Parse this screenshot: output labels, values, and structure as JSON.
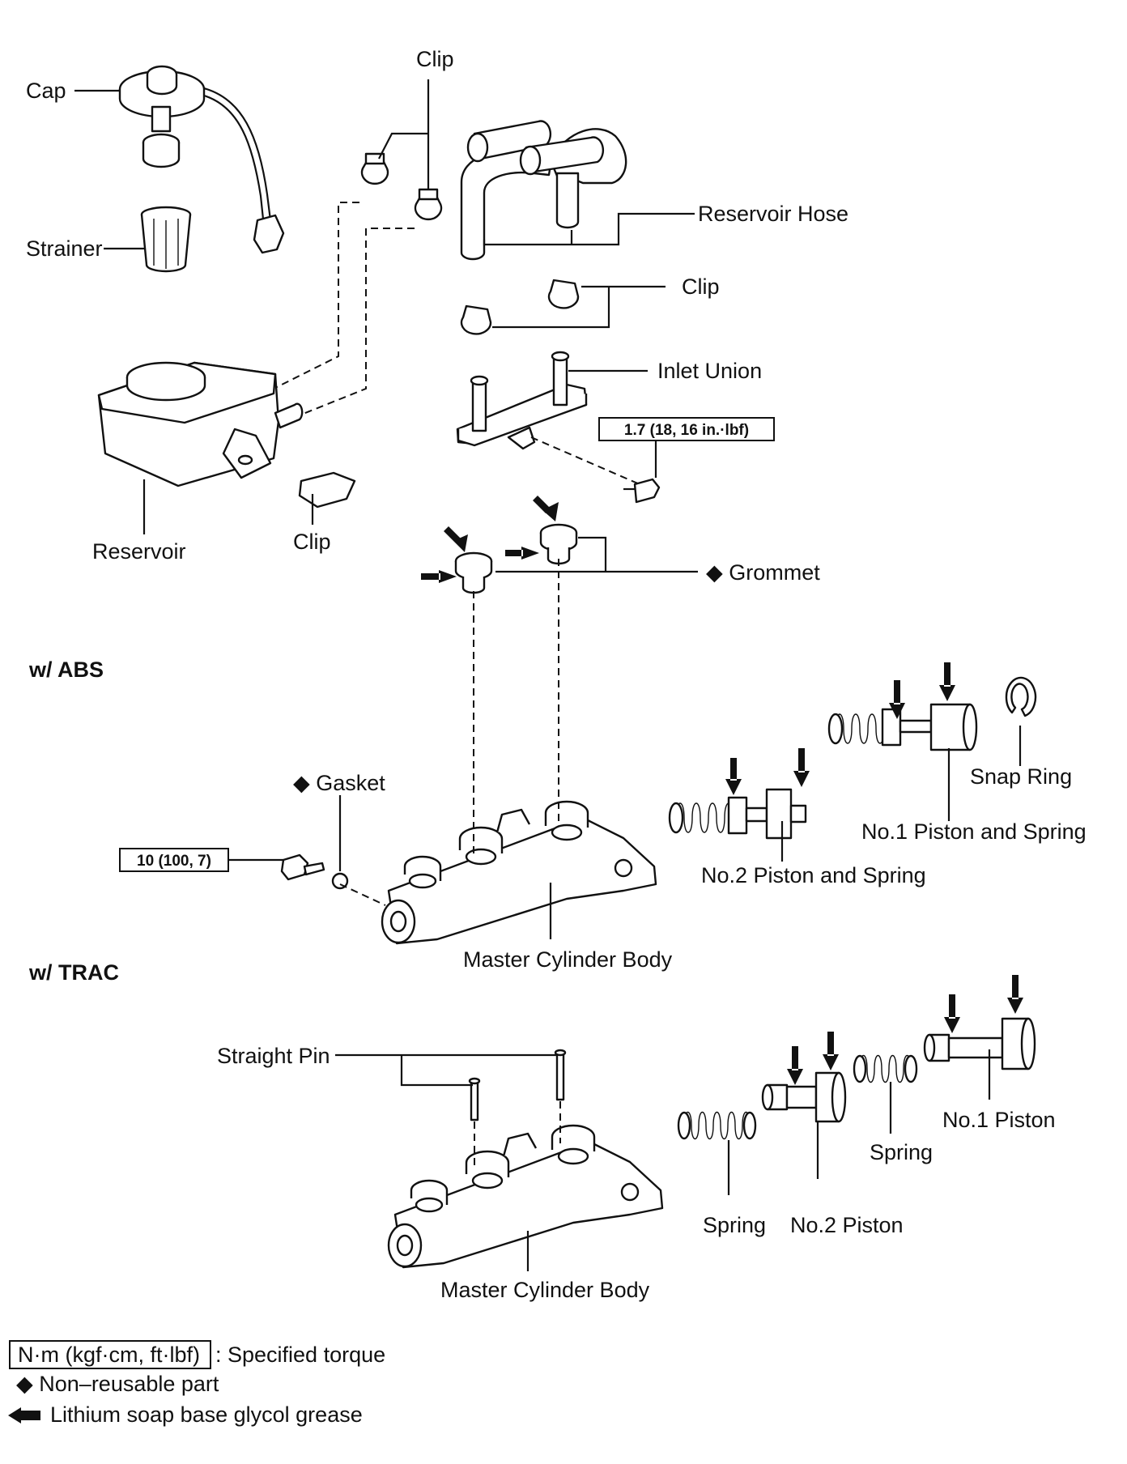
{
  "labels": {
    "cap": "Cap",
    "strainer": "Strainer",
    "clip_top": "Clip",
    "reservoir_hose": "Reservoir Hose",
    "clip_mid": "Clip",
    "inlet_union": "Inlet Union",
    "reservoir": "Reservoir",
    "clip_res": "Clip",
    "grommet": "◆ Grommet",
    "gasket": "◆ Gasket",
    "snap_ring": "Snap Ring",
    "no1_piston_spring": "No.1 Piston and Spring",
    "no2_piston_spring": "No.2 Piston and Spring",
    "master_cyl_abs": "Master Cylinder Body",
    "straight_pin": "Straight Pin",
    "no1_piston": "No.1 Piston",
    "spring_upper": "Spring",
    "spring_lower": "Spring",
    "no2_piston": "No.2 Piston",
    "master_cyl_trac": "Master Cylinder Body"
  },
  "sections": {
    "abs": "w/  ABS",
    "trac": "w/  TRAC"
  },
  "torques": {
    "inlet_union_bolt": "1.7 (18, 16 in.·lbf)",
    "plug": "10 (100, 7)"
  },
  "legend": {
    "torque_box": "N·m (kgf·cm, ft·lbf)",
    "torque_text": ": Specified torque",
    "non_reusable": "◆ Non–reusable part",
    "grease": "Lithium soap base glycol grease"
  }
}
